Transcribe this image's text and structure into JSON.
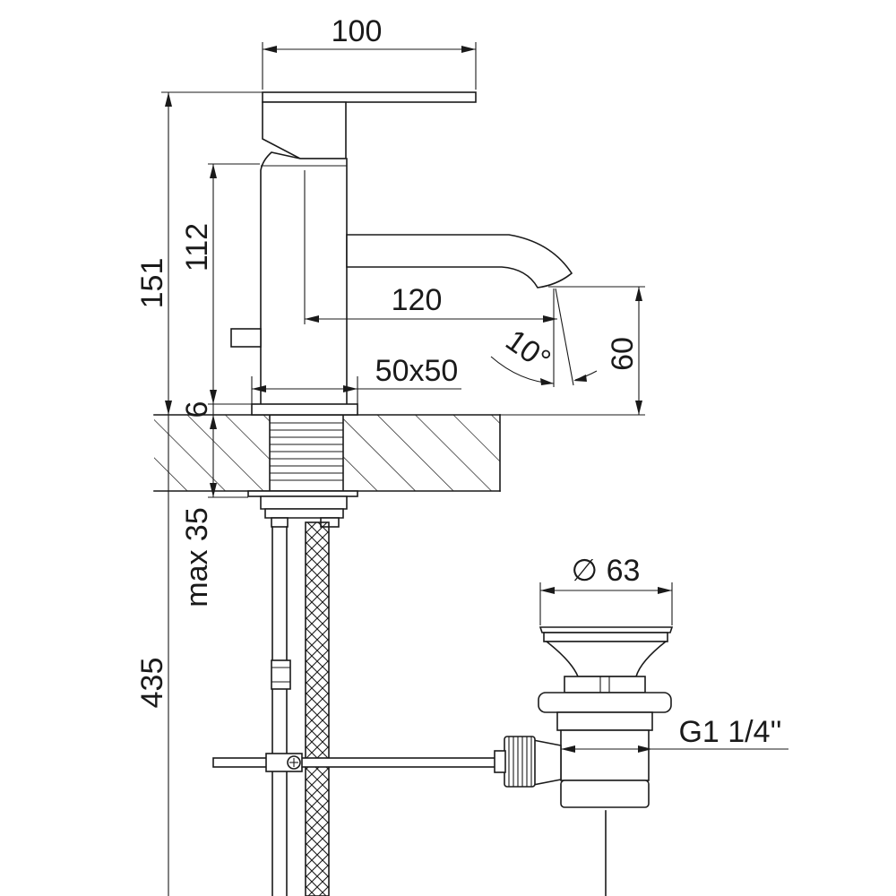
{
  "dimensions": {
    "handle_width": "100",
    "total_height": "151",
    "body_height": "112",
    "spout_reach": "120",
    "spout_height": "60",
    "spout_angle": "10°",
    "base_size": "50x50",
    "base_plate": "6",
    "max_deck": "max 35",
    "hose_length": "435",
    "waste_diameter": "∅ 63",
    "waste_thread": "G1 1/4''"
  }
}
